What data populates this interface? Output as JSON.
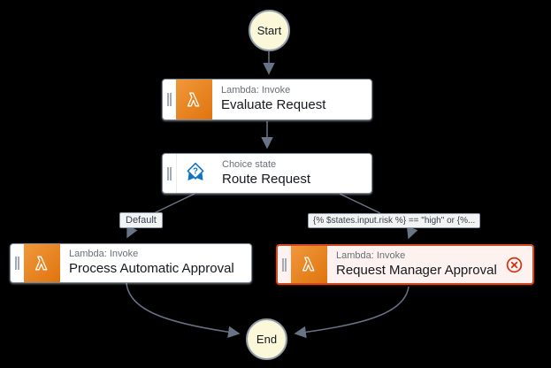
{
  "diagram": {
    "kind": "step-functions-workflow-graph",
    "terminals": {
      "start": {
        "label": "Start"
      },
      "end": {
        "label": "End"
      }
    },
    "states": [
      {
        "type_label": "Lambda: Invoke",
        "title": "Evaluate Request",
        "icon": "lambda-icon",
        "status": "normal"
      },
      {
        "type_label": "Choice state",
        "title": "Route Request",
        "icon": "choice-icon",
        "status": "normal"
      },
      {
        "type_label": "Lambda: Invoke",
        "title": "Process Automatic Approval",
        "icon": "lambda-icon",
        "status": "normal"
      },
      {
        "type_label": "Lambda: Invoke",
        "title": "Request Manager Approval",
        "icon": "lambda-icon",
        "status": "error"
      }
    ],
    "edge_labels": {
      "default": "Default",
      "condition": "{% $states.input.risk %} == \"high\" or {%..."
    },
    "colors": {
      "background": "#000000",
      "connector": "#697386",
      "terminal_fill": "#FBF7D9",
      "terminal_border": "#8F9BA8",
      "box_border": "#7D8998",
      "error_border": "#CE4A24",
      "error_fill": "#FDF2EF",
      "error_icon": "#D13212",
      "lambda_gradient_start": "#F0983B",
      "lambda_gradient_end": "#E0740E",
      "choice_blue": "#1074C4",
      "type_label_text": "#687078",
      "title_text": "#16191F",
      "chip_bg": "#F2F3F3",
      "chip_border": "#8D99A8",
      "chip_text": "#37424F"
    }
  }
}
